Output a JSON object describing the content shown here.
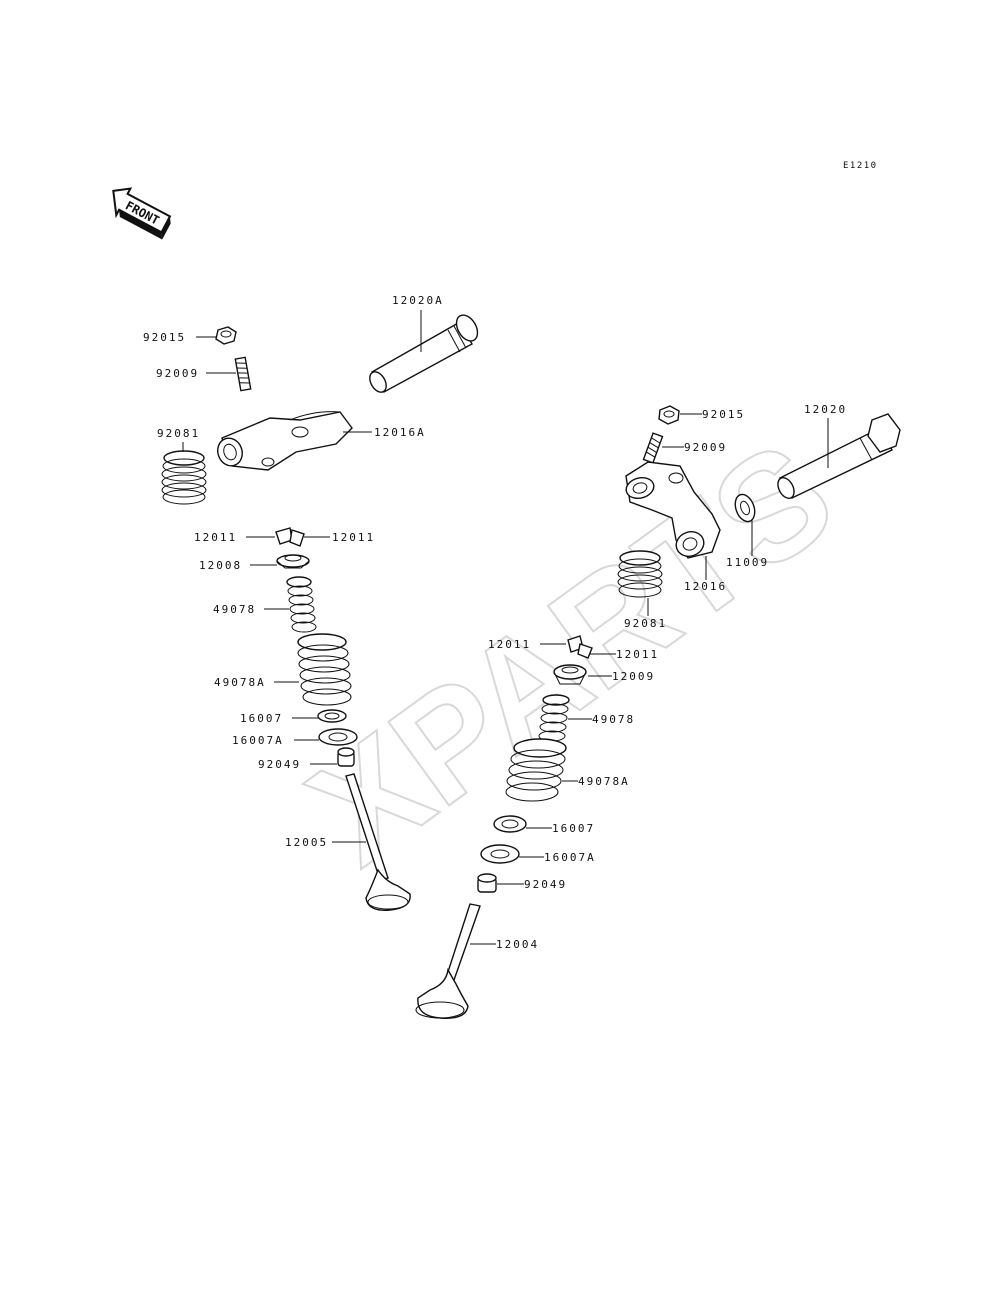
{
  "diagram_code": "E1210",
  "front_marker": "FRONT",
  "watermark": "XPARTS",
  "labels": {
    "left_92015": "92015",
    "left_92009": "92009",
    "left_12020A": "12020A",
    "left_92081": "92081",
    "left_12016A": "12016A",
    "left_12011_a": "12011",
    "left_12011_b": "12011",
    "left_12008": "12008",
    "left_49078": "49078",
    "left_49078A": "49078A",
    "left_16007": "16007",
    "left_16007A": "16007A",
    "left_92049": "92049",
    "left_12005": "12005",
    "right_92015": "92015",
    "right_92009": "92009",
    "right_12020": "12020",
    "right_11009": "11009",
    "right_12016": "12016",
    "right_92081": "92081",
    "right_12011_a": "12011",
    "right_12011_b": "12011",
    "right_12009": "12009",
    "right_49078": "49078",
    "right_49078A": "49078A",
    "right_16007": "16007",
    "right_16007A": "16007A",
    "right_92049": "92049",
    "right_12004": "12004"
  }
}
